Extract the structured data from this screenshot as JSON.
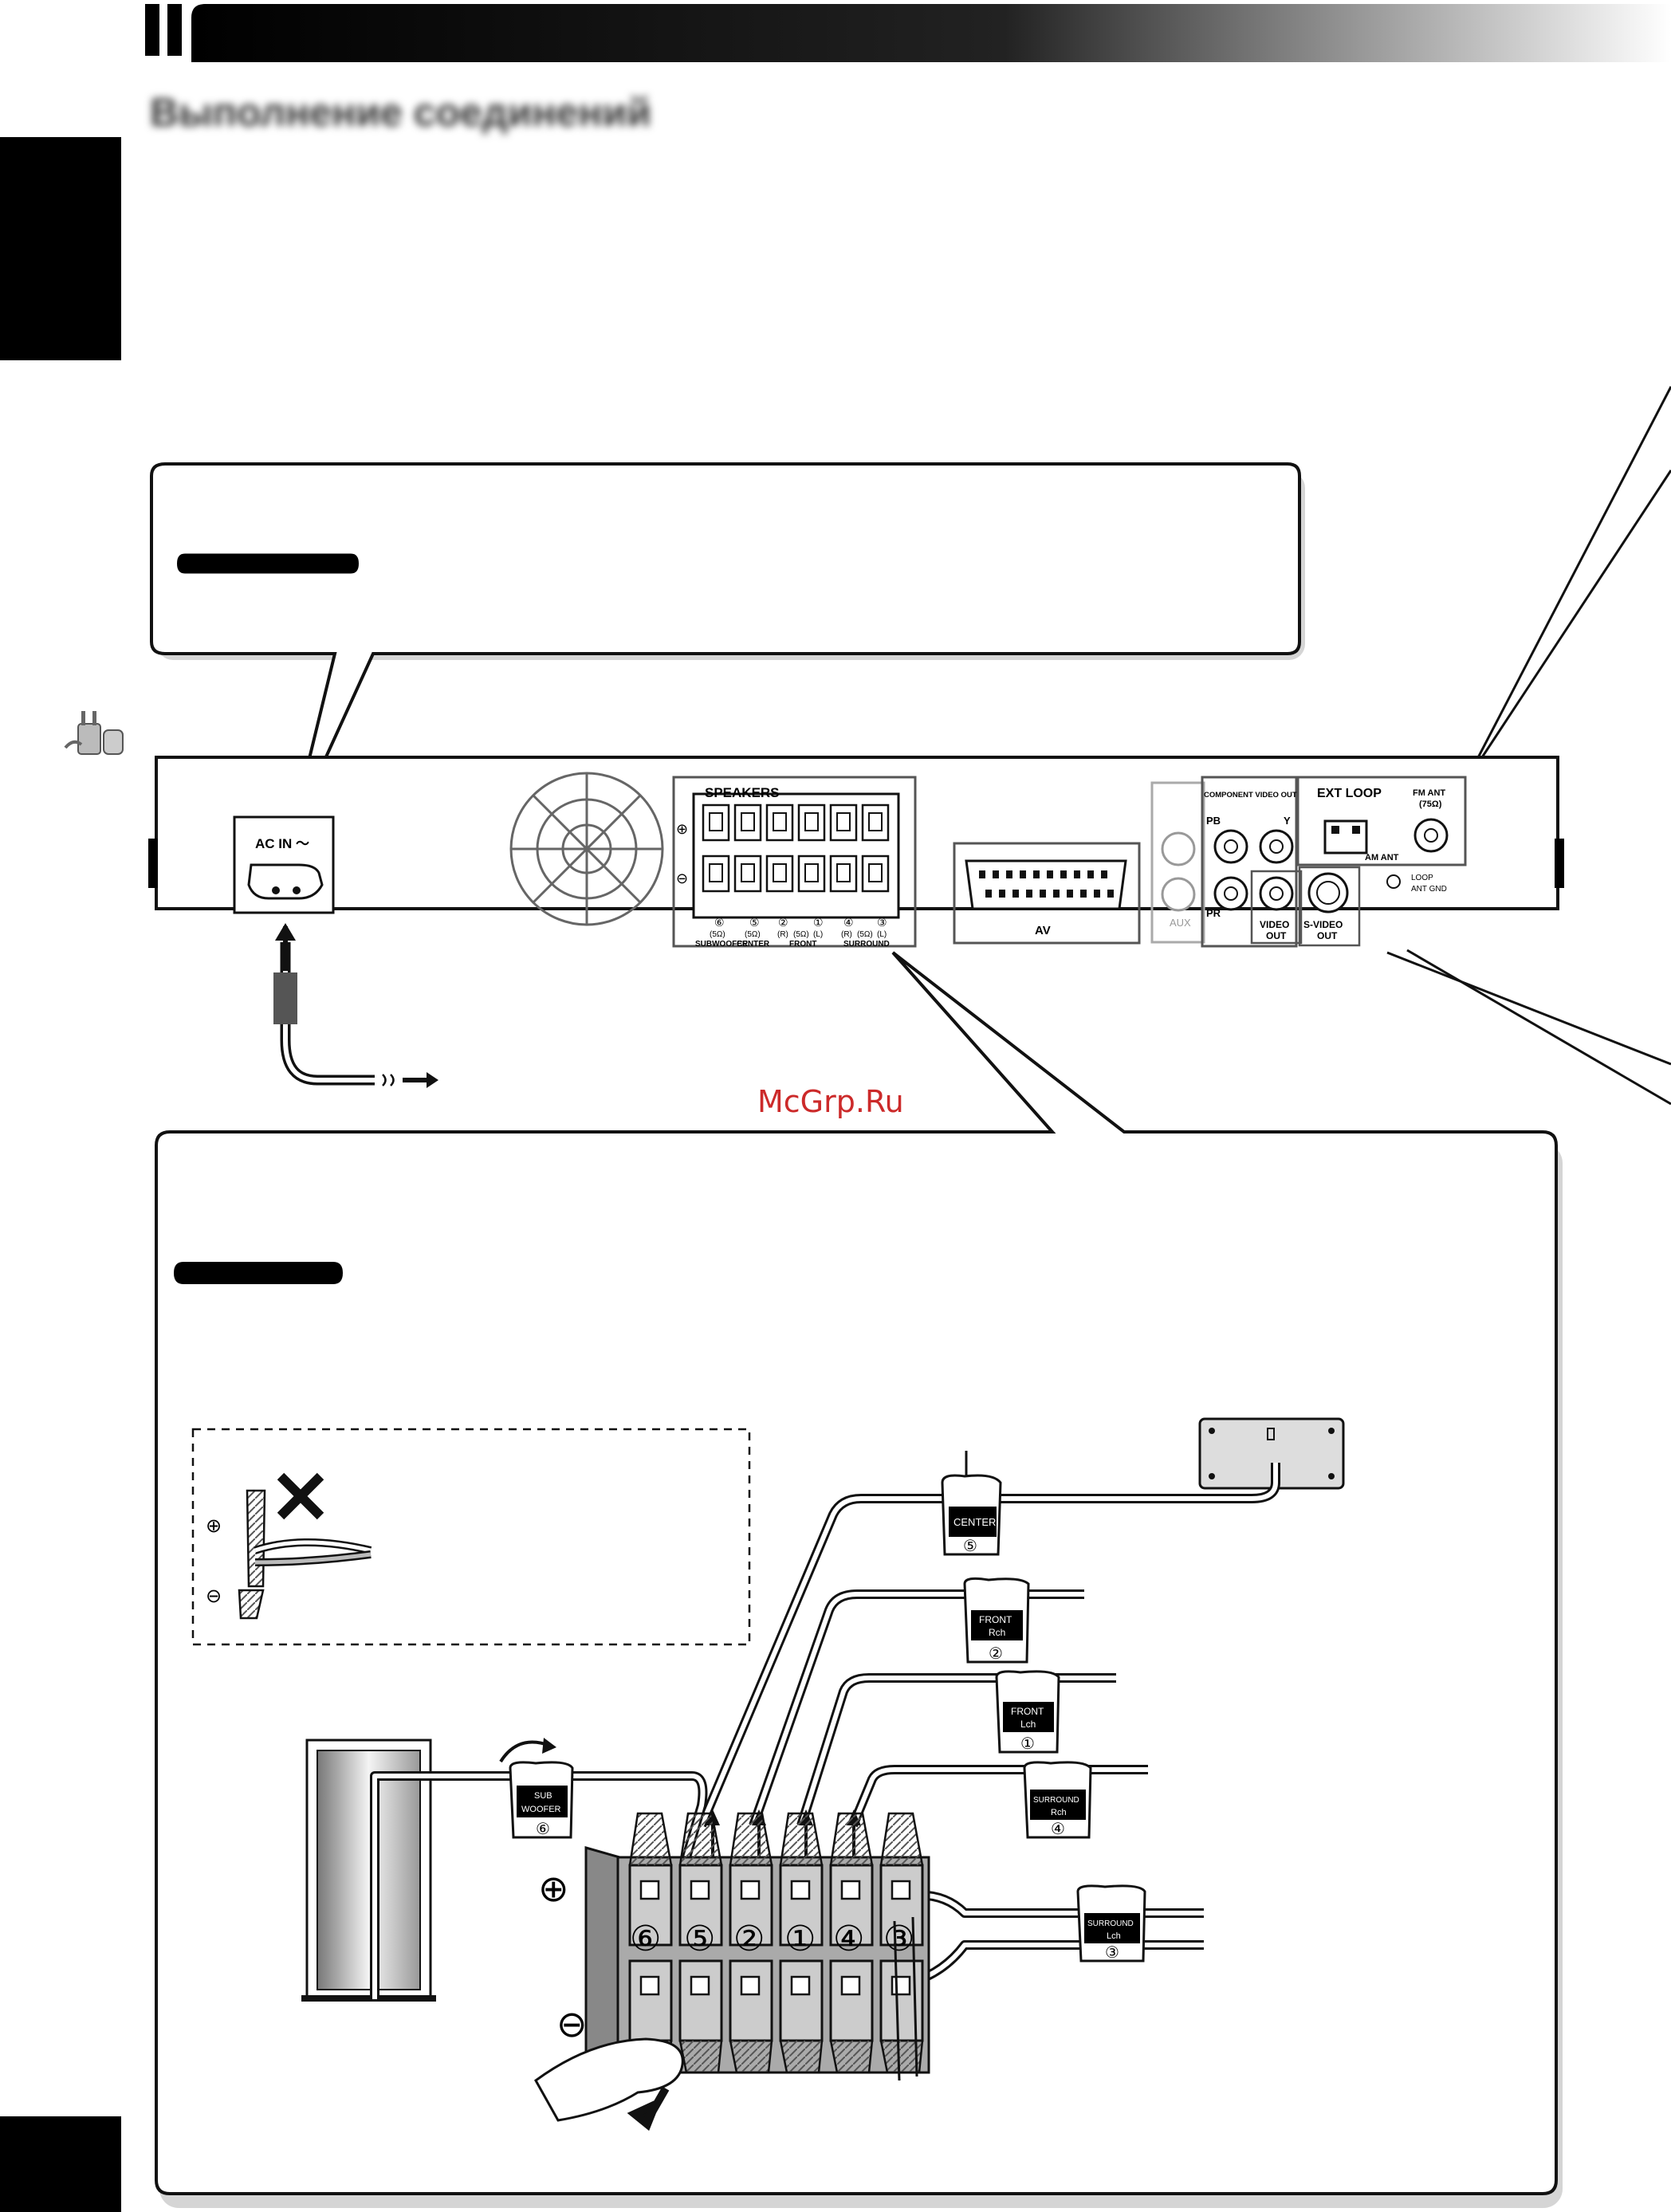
{
  "header": {
    "heading": "Выполнение соединений"
  },
  "watermark": "McGrp.Ru",
  "rear_panel": {
    "ac_in": "AC IN ～",
    "speakers": "SPEAKERS",
    "channel_numbers": [
      "⑥",
      "⑤",
      "②",
      "①",
      "④",
      "③"
    ],
    "impedance": [
      "(5Ω)",
      "(5Ω)",
      "(R)",
      "(5Ω)",
      "(L)",
      "(R)",
      "(5Ω)",
      "(L)"
    ],
    "groups": [
      "SUBWOOFER",
      "CENTER",
      "FRONT",
      "SURROUND"
    ],
    "av": "AV",
    "aux": "AUX",
    "component_video_out": "COMPONENT VIDEO OUT",
    "pb": "PB",
    "pr": "PR",
    "y": "Y",
    "video_out": [
      "VIDEO",
      "OUT"
    ],
    "s_video_out": [
      "S-VIDEO",
      "OUT"
    ],
    "ext_loop": "EXT LOOP",
    "am_ant": "AM ANT",
    "fm_ant": [
      "FM ANT",
      "(75Ω)"
    ],
    "loop_ant_gnd": [
      "LOOP",
      "ANT GND"
    ]
  },
  "speaker_labels": {
    "center": [
      "CENTER",
      "⑤"
    ],
    "front_r": [
      "FRONT",
      "Rch",
      "②"
    ],
    "front_l": [
      "FRONT",
      "Lch",
      "①"
    ],
    "surround_r": [
      "SURROUND",
      "Rch",
      "④"
    ],
    "surround_l": [
      "SURROUND",
      "Lch",
      "③"
    ],
    "subwoofer": [
      "SUB",
      "WOOFER",
      "⑥"
    ]
  },
  "terminal_numbers": [
    "⑥",
    "⑤",
    "②",
    "①",
    "④",
    "③"
  ],
  "polarity": {
    "plus": "⊕",
    "minus": "⊖"
  },
  "colors": {
    "panel_outline": "#222222",
    "header_bar": "#000000",
    "watermark": "#cc2a2a"
  }
}
